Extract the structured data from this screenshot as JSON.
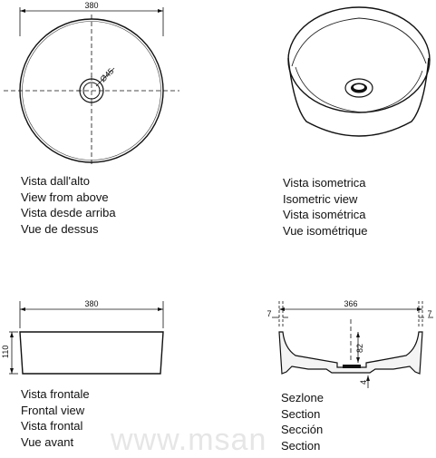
{
  "views": {
    "top": {
      "dim_width": "380",
      "dim_drain": "Ø45",
      "captions": [
        "Vista dall'alto",
        "View from above",
        "Vista desde arriba",
        "Vue de dessus"
      ]
    },
    "iso": {
      "captions": [
        "Vista isometrica",
        "Isometric view",
        "Vista isométrica",
        "Vue isométrique"
      ]
    },
    "front": {
      "dim_width": "380",
      "dim_height": "110",
      "captions": [
        "Vista frontale",
        "Frontal view",
        "Vista frontal",
        "Vue avant"
      ]
    },
    "section": {
      "dim_width": "366",
      "dim_wall_left": "7",
      "dim_wall_right": "7",
      "dim_depth": "82",
      "dim_base": "4",
      "captions": [
        "Sezlone",
        "Section",
        "Sección",
        "Section"
      ]
    }
  },
  "watermark": "www.msan"
}
